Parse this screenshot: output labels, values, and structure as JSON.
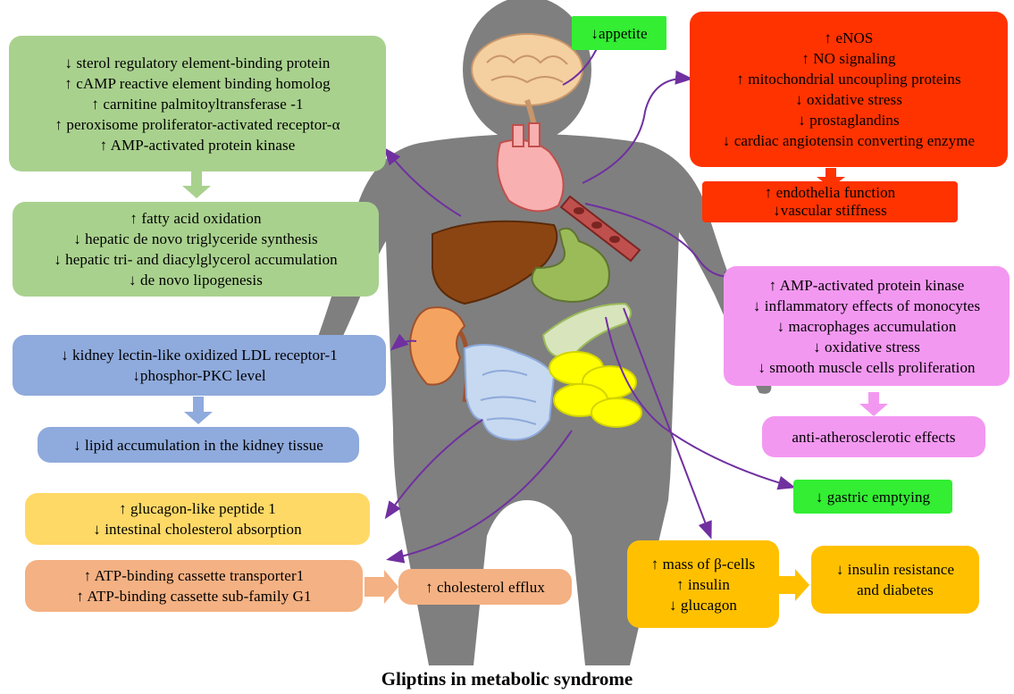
{
  "caption": "Gliptins in metabolic syndrome",
  "colors": {
    "green": "#a9d18e",
    "blue": "#8faadc",
    "yellow": "#ffd966",
    "salmon": "#f4b183",
    "gold": "#ffc000",
    "red": "#ff3300",
    "pink": "#f398f1",
    "lime": "#33ee33",
    "arrow_purple": "#7030a0",
    "body_gray": "#7f7f7f"
  },
  "icons": [
    "brain-icon",
    "heart-icon",
    "blood-vessel-icon",
    "liver-icon",
    "stomach-icon",
    "kidney-icon",
    "pancreas-icon",
    "intestine-icon",
    "adipose-icon"
  ],
  "boxes": {
    "liver_molecular": {
      "lines": [
        "↓ sterol regulatory element-binding protein",
        "↑ cAMP reactive element binding homolog",
        "↑ carnitine palmitoyltransferase -1",
        "↑ peroxisome proliferator-activated receptor-α",
        "↑ AMP-activated protein kinase"
      ]
    },
    "liver_effects": {
      "lines": [
        "↑ fatty acid oxidation",
        "↓ hepatic de novo triglyceride synthesis",
        "↓ hepatic tri- and diacylglycerol accumulation",
        "↓ de novo lipogenesis"
      ]
    },
    "kidney_molecular": {
      "lines": [
        "↓ kidney lectin-like oxidized LDL receptor-1",
        "↓phosphor-PKC level"
      ]
    },
    "kidney_effect": {
      "lines": [
        "↓ lipid accumulation in the kidney tissue"
      ]
    },
    "intestine": {
      "lines": [
        "↑ glucagon-like peptide 1",
        "↓ intestinal cholesterol absorption"
      ]
    },
    "transporters": {
      "lines": [
        "↑ ATP-binding cassette transporter1",
        "↑ ATP-binding cassette sub-family G1"
      ]
    },
    "cholesterol_efflux": {
      "lines": [
        "↑ cholesterol efflux"
      ]
    },
    "appetite": {
      "lines": [
        "↓appetite"
      ]
    },
    "heart_molecular": {
      "lines": [
        "↑ eNOS",
        "↑ NO signaling",
        "↑ mitochondrial uncoupling proteins",
        "↓ oxidative stress",
        "↓ prostaglandins",
        "↓ cardiac angiotensin converting enzyme"
      ]
    },
    "heart_effect": {
      "lines": [
        "↑ endothelia function",
        "↓vascular stiffness"
      ]
    },
    "vascular_molecular": {
      "lines": [
        "↑ AMP-activated protein kinase",
        "↓ inflammatory effects of monocytes",
        "↓ macrophages accumulation",
        "↓ oxidative stress",
        "↓ smooth muscle cells proliferation"
      ]
    },
    "vascular_effect": {
      "lines": [
        "anti-atherosclerotic effects"
      ]
    },
    "gastric": {
      "lines": [
        "↓ gastric emptying"
      ]
    },
    "pancreas": {
      "lines": [
        "↑ mass of β-cells",
        "↑ insulin",
        "↓ glucagon"
      ]
    },
    "diabetes": {
      "lines": [
        "↓ insulin resistance",
        "and diabetes"
      ]
    }
  }
}
